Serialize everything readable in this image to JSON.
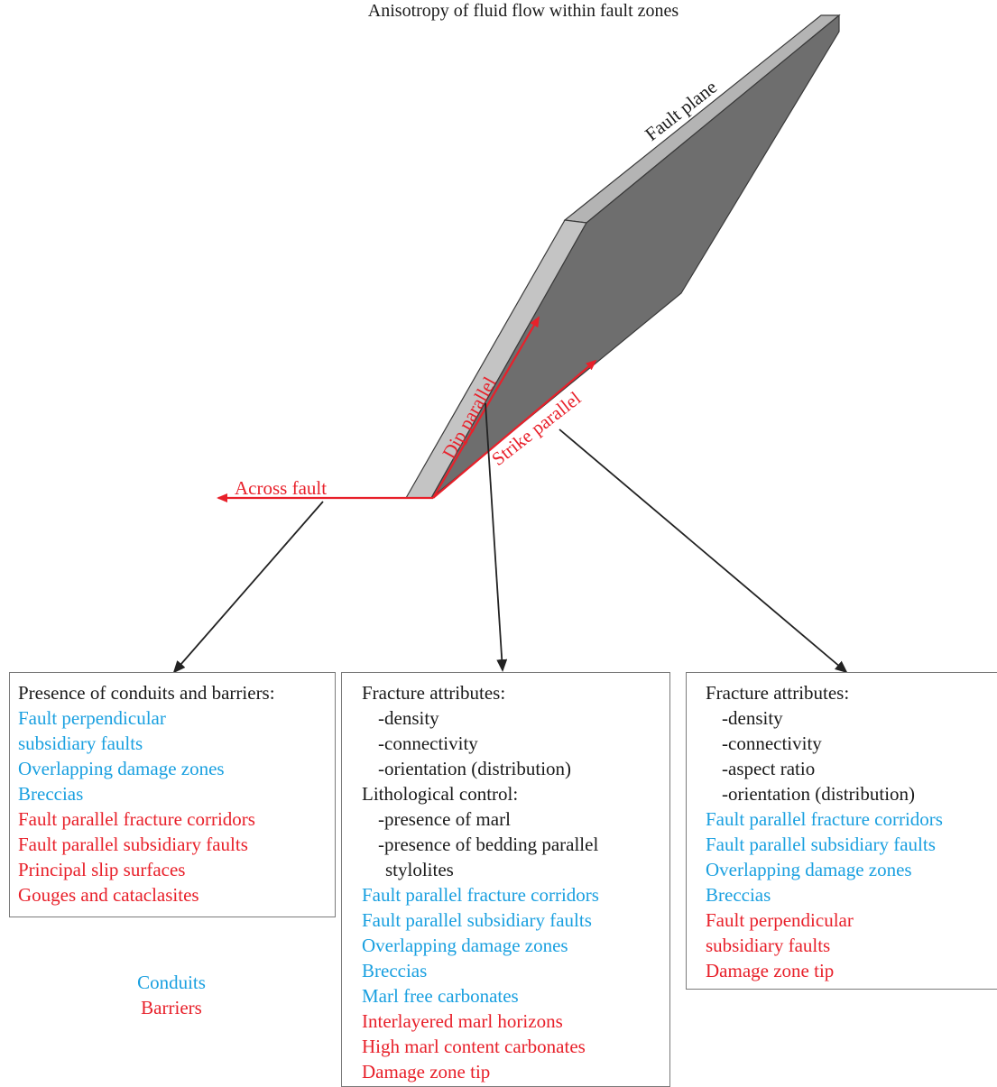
{
  "title": "Anisotropy of fluid flow within fault zones",
  "colors": {
    "conduit": "#1aa0e0",
    "barrier": "#e8202a",
    "arrow_red": "#e8202a",
    "arrow_black": "#222222",
    "plane_top": "#b4b4b4",
    "plane_face": "#6e6e6e",
    "plane_edge": "#c4c4c4"
  },
  "diagram": {
    "fault_plane_label": "Fault plane",
    "dip_parallel_label": "Dip parallel",
    "strike_parallel_label": "Strike parallel",
    "across_fault_label": "Across fault"
  },
  "boxes": {
    "across": [
      {
        "text": "Presence of conduits and barriers:",
        "type": "text"
      },
      {
        "text": "Fault perpendicular",
        "type": "conduit"
      },
      {
        "text": "subsidiary faults",
        "type": "conduit"
      },
      {
        "text": "Overlapping damage zones",
        "type": "conduit"
      },
      {
        "text": "Breccias",
        "type": "conduit"
      },
      {
        "text": "Fault parallel fracture corridors",
        "type": "barrier"
      },
      {
        "text": "Fault parallel subsidiary faults",
        "type": "barrier"
      },
      {
        "text": "Principal slip surfaces",
        "type": "barrier"
      },
      {
        "text": "Gouges and cataclasites",
        "type": "barrier"
      }
    ],
    "dip": [
      {
        "text": "Fracture attributes:",
        "type": "text"
      },
      {
        "text": "-density",
        "type": "text",
        "indent": 1
      },
      {
        "text": "-connectivity",
        "type": "text",
        "indent": 1
      },
      {
        "text": "-orientation (distribution)",
        "type": "text",
        "indent": 1
      },
      {
        "text": "Lithological control:",
        "type": "text"
      },
      {
        "text": "-presence of marl",
        "type": "text",
        "indent": 1
      },
      {
        "text": "-presence of bedding parallel",
        "type": "text",
        "indent": 1
      },
      {
        "text": "stylolites",
        "type": "text",
        "indent": 2
      },
      {
        "text": "Fault parallel fracture corridors",
        "type": "conduit"
      },
      {
        "text": "Fault parallel subsidiary faults",
        "type": "conduit"
      },
      {
        "text": "Overlapping damage zones",
        "type": "conduit"
      },
      {
        "text": "Breccias",
        "type": "conduit"
      },
      {
        "text": "Marl free carbonates",
        "type": "conduit"
      },
      {
        "text": "Interlayered marl horizons",
        "type": "barrier"
      },
      {
        "text": "High marl content carbonates",
        "type": "barrier"
      },
      {
        "text": "Damage zone tip",
        "type": "barrier"
      }
    ],
    "strike": [
      {
        "text": "Fracture attributes:",
        "type": "text"
      },
      {
        "text": "-density",
        "type": "text",
        "indent": 1
      },
      {
        "text": "-connectivity",
        "type": "text",
        "indent": 1
      },
      {
        "text": "-aspect ratio",
        "type": "text",
        "indent": 1
      },
      {
        "text": "-orientation (distribution)",
        "type": "text",
        "indent": 1
      },
      {
        "text": "Fault parallel fracture corridors",
        "type": "conduit"
      },
      {
        "text": "Fault parallel subsidiary faults",
        "type": "conduit"
      },
      {
        "text": "Overlapping damage zones",
        "type": "conduit"
      },
      {
        "text": "Breccias",
        "type": "conduit"
      },
      {
        "text": "Fault perpendicular",
        "type": "barrier"
      },
      {
        "text": "subsidiary faults",
        "type": "barrier"
      },
      {
        "text": "Damage zone tip",
        "type": "barrier"
      }
    ]
  },
  "legend": {
    "conduits": "Conduits",
    "barriers": "Barriers"
  }
}
